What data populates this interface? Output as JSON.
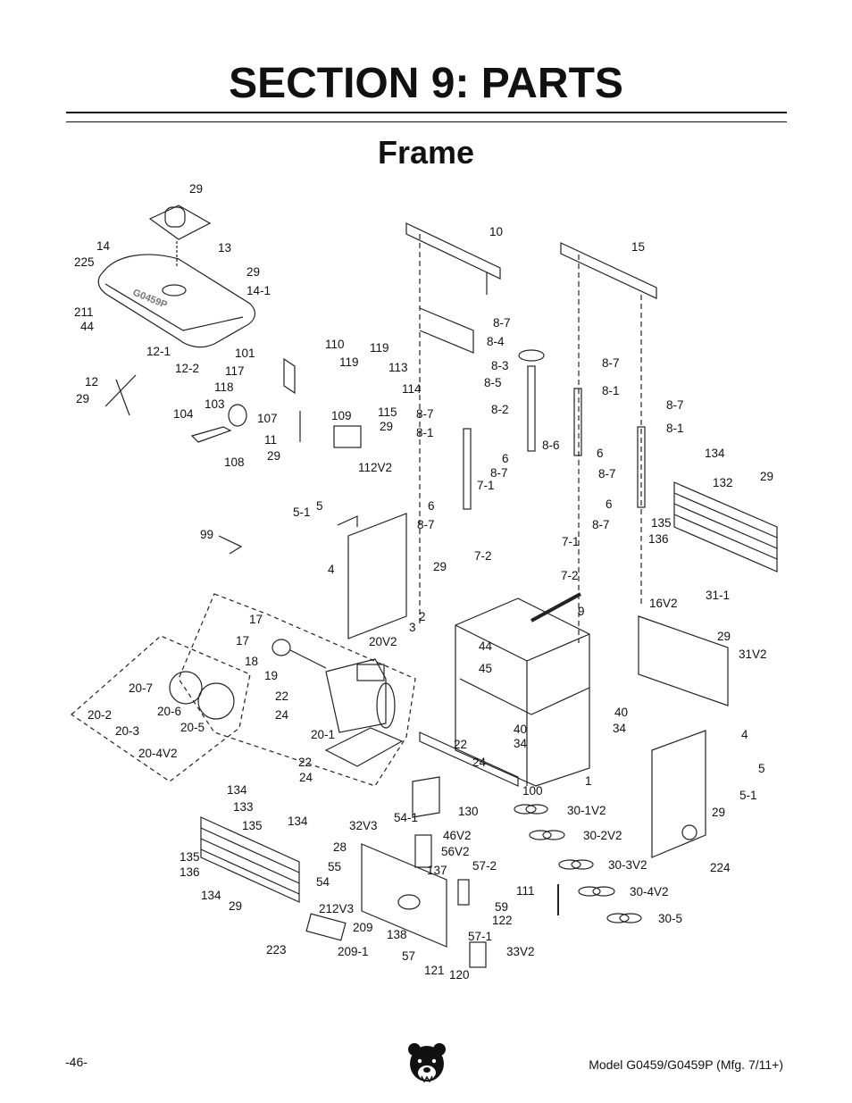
{
  "header": {
    "section_title": "SECTION 9: PARTS",
    "subtitle": "Frame"
  },
  "diagram": {
    "brand_text": "G0459P",
    "callouts": [
      {
        "id": "c1",
        "text": "29"
      },
      {
        "id": "c2",
        "text": "13"
      },
      {
        "id": "c3",
        "text": "14"
      },
      {
        "id": "c4",
        "text": "225"
      },
      {
        "id": "c5",
        "text": "29"
      },
      {
        "id": "c6",
        "text": "14-1"
      },
      {
        "id": "c7",
        "text": "211"
      },
      {
        "id": "c8",
        "text": "44"
      },
      {
        "id": "c9",
        "text": "10"
      },
      {
        "id": "c10",
        "text": "15"
      },
      {
        "id": "c11",
        "text": "110"
      },
      {
        "id": "c12",
        "text": "119"
      },
      {
        "id": "c13",
        "text": "101"
      },
      {
        "id": "c14",
        "text": "119"
      },
      {
        "id": "c15",
        "text": "113"
      },
      {
        "id": "c16",
        "text": "117"
      },
      {
        "id": "c17",
        "text": "118"
      },
      {
        "id": "c18",
        "text": "114"
      },
      {
        "id": "c19",
        "text": "12-1"
      },
      {
        "id": "c20",
        "text": "12-2"
      },
      {
        "id": "c21",
        "text": "12"
      },
      {
        "id": "c22",
        "text": "29"
      },
      {
        "id": "c23",
        "text": "103"
      },
      {
        "id": "c24",
        "text": "104"
      },
      {
        "id": "c25",
        "text": "107"
      },
      {
        "id": "c26",
        "text": "109"
      },
      {
        "id": "c27",
        "text": "115"
      },
      {
        "id": "c28",
        "text": "29"
      },
      {
        "id": "c29",
        "text": "11"
      },
      {
        "id": "c30",
        "text": "29"
      },
      {
        "id": "c31",
        "text": "108"
      },
      {
        "id": "c32",
        "text": "112V2"
      },
      {
        "id": "c33",
        "text": "8-7"
      },
      {
        "id": "c34",
        "text": "8-4"
      },
      {
        "id": "c35",
        "text": "8-3"
      },
      {
        "id": "c36",
        "text": "8-5"
      },
      {
        "id": "c37",
        "text": "8-7"
      },
      {
        "id": "c38",
        "text": "8-1"
      },
      {
        "id": "c39",
        "text": "8-2"
      },
      {
        "id": "c40",
        "text": "8-7"
      },
      {
        "id": "c41",
        "text": "8-1"
      },
      {
        "id": "c42",
        "text": "8-7"
      },
      {
        "id": "c43",
        "text": "8-1"
      },
      {
        "id": "c44",
        "text": "8-6"
      },
      {
        "id": "c45",
        "text": "6"
      },
      {
        "id": "c46",
        "text": "6"
      },
      {
        "id": "c47",
        "text": "8-7"
      },
      {
        "id": "c48",
        "text": "8-7"
      },
      {
        "id": "c49",
        "text": "134"
      },
      {
        "id": "c50",
        "text": "132"
      },
      {
        "id": "c51",
        "text": "29"
      },
      {
        "id": "c52",
        "text": "7-1"
      },
      {
        "id": "c53",
        "text": "6"
      },
      {
        "id": "c54",
        "text": "6"
      },
      {
        "id": "c55",
        "text": "8-7"
      },
      {
        "id": "c56",
        "text": "8-7"
      },
      {
        "id": "c57",
        "text": "135"
      },
      {
        "id": "c58",
        "text": "136"
      },
      {
        "id": "c59",
        "text": "5-1"
      },
      {
        "id": "c60",
        "text": "5"
      },
      {
        "id": "c61",
        "text": "99"
      },
      {
        "id": "c62",
        "text": "4"
      },
      {
        "id": "c63",
        "text": "29"
      },
      {
        "id": "c64",
        "text": "7-1"
      },
      {
        "id": "c65",
        "text": "7-2"
      },
      {
        "id": "c66",
        "text": "7-2"
      },
      {
        "id": "c67",
        "text": "9"
      },
      {
        "id": "c68",
        "text": "16V2"
      },
      {
        "id": "c69",
        "text": "31-1"
      },
      {
        "id": "c70",
        "text": "29"
      },
      {
        "id": "c71",
        "text": "17"
      },
      {
        "id": "c72",
        "text": "17"
      },
      {
        "id": "c73",
        "text": "18"
      },
      {
        "id": "c74",
        "text": "2"
      },
      {
        "id": "c75",
        "text": "3"
      },
      {
        "id": "c76",
        "text": "20V2"
      },
      {
        "id": "c77",
        "text": "44"
      },
      {
        "id": "c78",
        "text": "45"
      },
      {
        "id": "c79",
        "text": "31V2"
      },
      {
        "id": "c80",
        "text": "19"
      },
      {
        "id": "c81",
        "text": "20-7"
      },
      {
        "id": "c82",
        "text": "22"
      },
      {
        "id": "c83",
        "text": "24"
      },
      {
        "id": "c84",
        "text": "20-6"
      },
      {
        "id": "c85",
        "text": "20-2"
      },
      {
        "id": "c86",
        "text": "20-3"
      },
      {
        "id": "c87",
        "text": "20-5"
      },
      {
        "id": "c88",
        "text": "40"
      },
      {
        "id": "c89",
        "text": "34"
      },
      {
        "id": "c90",
        "text": "40"
      },
      {
        "id": "c91",
        "text": "34"
      },
      {
        "id": "c92",
        "text": "20-4V2"
      },
      {
        "id": "c93",
        "text": "20-1"
      },
      {
        "id": "c94",
        "text": "22"
      },
      {
        "id": "c95",
        "text": "24"
      },
      {
        "id": "c96",
        "text": "4"
      },
      {
        "id": "c97",
        "text": "22"
      },
      {
        "id": "c98",
        "text": "24"
      },
      {
        "id": "c99",
        "text": "1"
      },
      {
        "id": "c100",
        "text": "100"
      },
      {
        "id": "c101",
        "text": "5"
      },
      {
        "id": "c102",
        "text": "5-1"
      },
      {
        "id": "c103",
        "text": "134"
      },
      {
        "id": "c104",
        "text": "133"
      },
      {
        "id": "c105",
        "text": "130"
      },
      {
        "id": "c106",
        "text": "30-1V2"
      },
      {
        "id": "c107",
        "text": "29"
      },
      {
        "id": "c108",
        "text": "135"
      },
      {
        "id": "c109",
        "text": "134"
      },
      {
        "id": "c110",
        "text": "32V3"
      },
      {
        "id": "c111",
        "text": "54-1"
      },
      {
        "id": "c112",
        "text": "46V2"
      },
      {
        "id": "c113",
        "text": "30-2V2"
      },
      {
        "id": "c114",
        "text": "28"
      },
      {
        "id": "c115",
        "text": "56V2"
      },
      {
        "id": "c116",
        "text": "224"
      },
      {
        "id": "c117",
        "text": "135"
      },
      {
        "id": "c118",
        "text": "136"
      },
      {
        "id": "c119",
        "text": "55"
      },
      {
        "id": "c120",
        "text": "137"
      },
      {
        "id": "c121",
        "text": "57-2"
      },
      {
        "id": "c122",
        "text": "30-3V2"
      },
      {
        "id": "c123",
        "text": "54"
      },
      {
        "id": "c124",
        "text": "111"
      },
      {
        "id": "c125",
        "text": "30-4V2"
      },
      {
        "id": "c126",
        "text": "134"
      },
      {
        "id": "c127",
        "text": "29"
      },
      {
        "id": "c128",
        "text": "212V3"
      },
      {
        "id": "c129",
        "text": "59"
      },
      {
        "id": "c130",
        "text": "122"
      },
      {
        "id": "c131",
        "text": "30-5"
      },
      {
        "id": "c132",
        "text": "209"
      },
      {
        "id": "c133",
        "text": "138"
      },
      {
        "id": "c134",
        "text": "57-1"
      },
      {
        "id": "c135",
        "text": "223"
      },
      {
        "id": "c136",
        "text": "209-1"
      },
      {
        "id": "c137",
        "text": "57"
      },
      {
        "id": "c138",
        "text": "33V2"
      },
      {
        "id": "c139",
        "text": "121"
      },
      {
        "id": "c140",
        "text": "120"
      }
    ]
  },
  "footer": {
    "page_number": "-46-",
    "model": "Model G0459/G0459P (Mfg. 7/11+)"
  }
}
